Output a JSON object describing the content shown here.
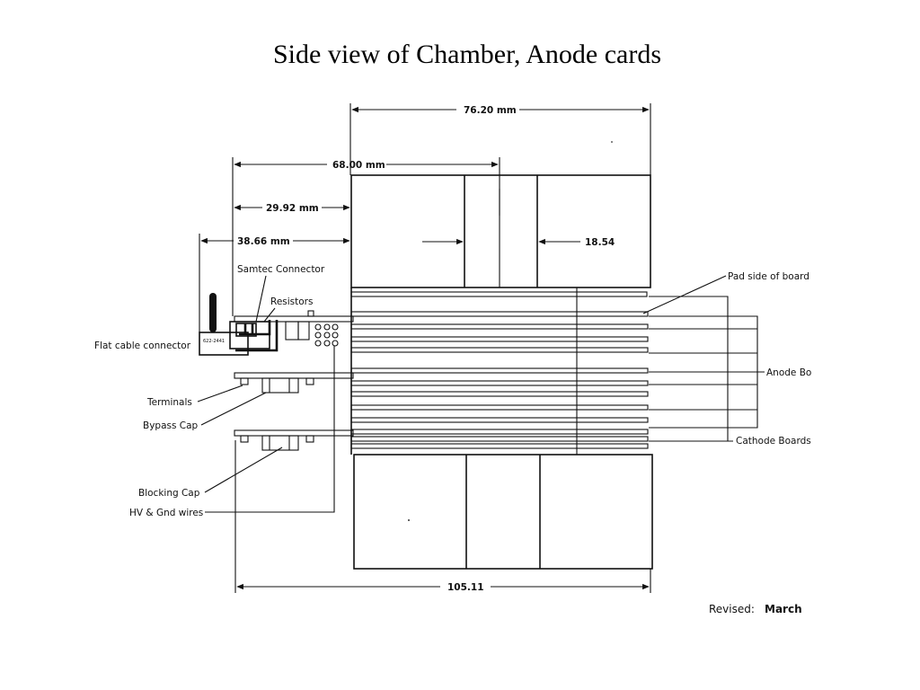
{
  "slide": {
    "title": "Side view of Chamber, Anode cards"
  },
  "dimensions": {
    "width_76": "76.20 mm",
    "width_68": "68.00 mm",
    "width_2992": "29.92 mm",
    "width_3866": "38.66 mm",
    "gap_1854": "18.54",
    "width_10511": "105.11"
  },
  "labels": {
    "samtec_connector": "Samtec Connector",
    "resistors": "Resistors",
    "flat_cable_connector": "Flat cable connector",
    "terminals": "Terminals",
    "bypass_cap": "Bypass Cap",
    "blocking_cap": "Blocking Cap",
    "hv_gnd_wires": "HV & Gnd wires",
    "pad_side": "Pad side of board",
    "anode_boards": "Anode Bo",
    "cathode_boards": "Cathode Boards",
    "connector_part": "622-2441"
  },
  "footer": {
    "revised_label": "Revised:",
    "revised_value": "March"
  },
  "colors": {
    "ink": "#111111",
    "background": "#ffffff"
  }
}
